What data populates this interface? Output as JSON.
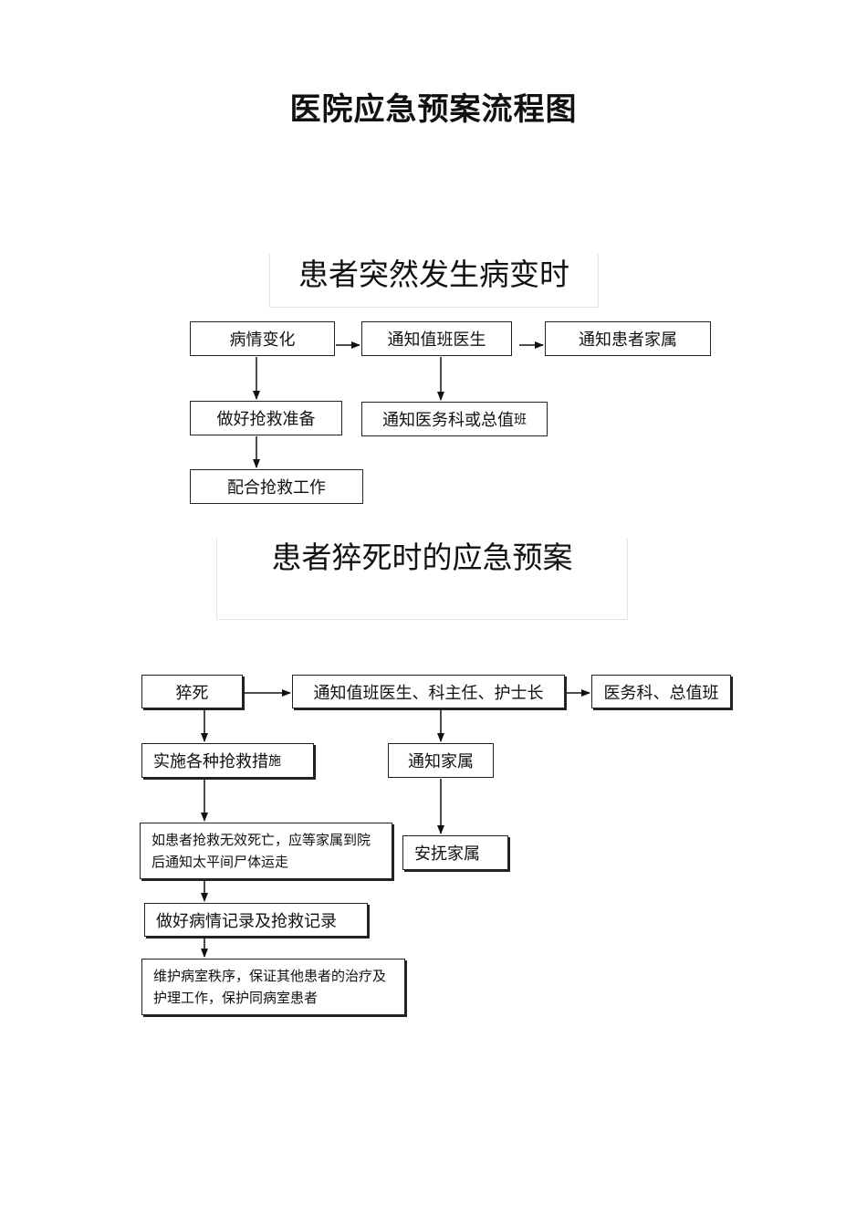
{
  "title": "医院应急预案流程图",
  "section1": {
    "title": "患者突然发生病变时",
    "boxes": {
      "b1": "病情变化",
      "b2": "通知值班医生",
      "b3": "通知患者家属",
      "b4": "做好抢救准备",
      "b5_main": "通知医务科或总值",
      "b5_tail": "班",
      "b6": "配合抢救工作"
    }
  },
  "section2": {
    "title": "患者猝死时的应急预案",
    "boxes": {
      "c1": "猝死",
      "c2": "通知值班医生、科主任、护士长",
      "c3": "医务科、总值班",
      "c4_main": "实施各种抢救措",
      "c4_tail": "施",
      "c5": "通知家属",
      "c6": "如患者抢救无效死亡，应等家属到院后通知太平间尸体运走",
      "c7": "安抚家属",
      "c8": "做好病情记录及抢救记录",
      "c9": "维护病室秩序，保证其他患者的治疗及护理工作，保护同病室患者"
    }
  }
}
